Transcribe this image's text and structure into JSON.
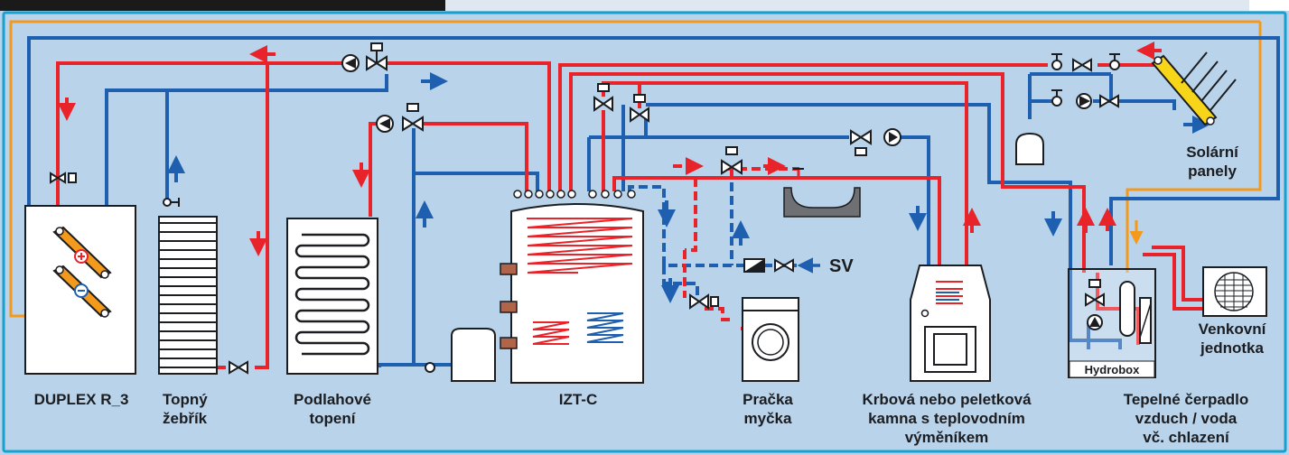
{
  "colors": {
    "background": "#b9d3ea",
    "panel_border": "#17a1cf",
    "hot_pipe": "#e8232a",
    "cold_pipe": "#1f5fb0",
    "solar_loop": "#f39a1d",
    "device_fill": "#ffffff"
  },
  "labels": {
    "duplex": "DUPLEX R_3",
    "topny_1": "Topný",
    "topny_2": "žebřík",
    "podlahove_1": "Podlahové",
    "podlahove_2": "topení",
    "izt": "IZT-C",
    "pracka_1": "Pračka",
    "pracka_2": "myčka",
    "krbova_1": "Krbová nebo peletková",
    "krbova_2": "kamna s teplovodním",
    "krbova_3": "výměníkem",
    "tepelne_1": "Tepelné čerpadlo",
    "tepelne_2": "vzduch / voda",
    "tepelne_3": "vč. chlazení",
    "solarni_1": "Solární",
    "solarni_2": "panely",
    "venkovni_1": "Venkovní",
    "venkovni_2": "jednotka",
    "hydrobox": "Hydrobox",
    "sv": "SV"
  },
  "icons": {
    "pump": "pump-icon",
    "three_way_valve": "three-way-valve-icon",
    "ball_valve": "ball-valve-icon",
    "expansion_tank": "expansion-tank-icon",
    "flow_arrow": "flow-arrow-icon"
  }
}
